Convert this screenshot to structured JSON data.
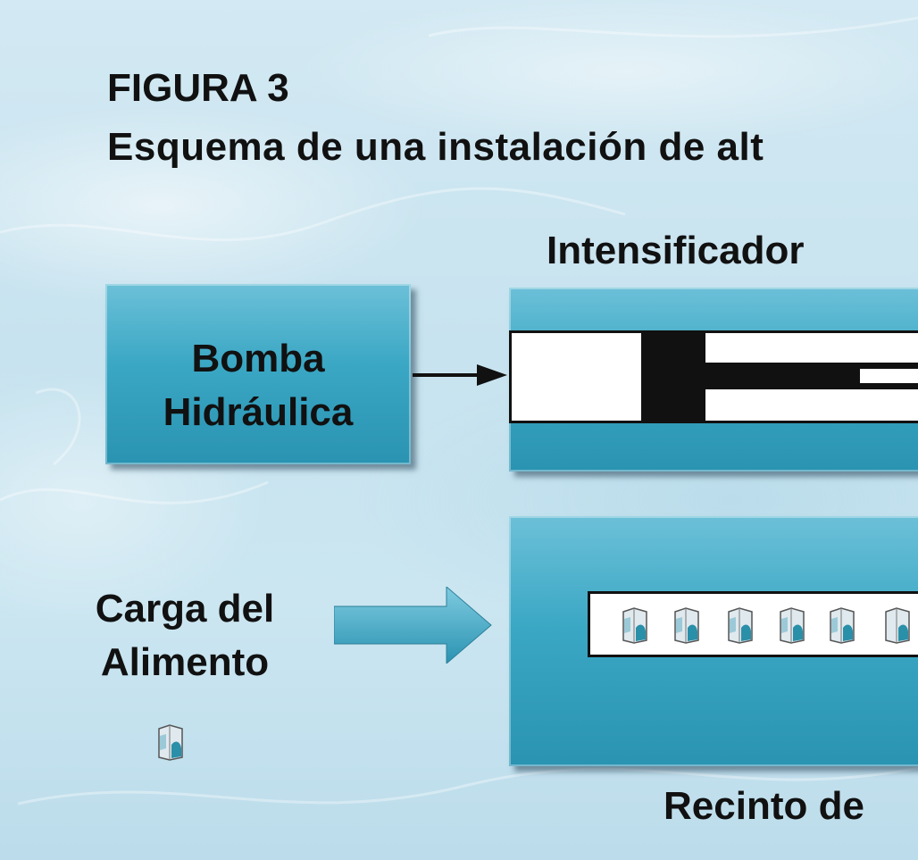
{
  "figure": {
    "label": "FIGURA 3",
    "title": "Esquema de una instalación de alt"
  },
  "nodes": {
    "pump": {
      "line1": "Bomba",
      "line2": "Hidráulica"
    },
    "intensifier": {
      "label": "Intensificador"
    },
    "load": {
      "line1": "Carga del",
      "line2": "Alimento"
    },
    "chamber": {
      "label": "Recinto de"
    }
  },
  "icons": {
    "package": "food-package-icon",
    "pump_arrow": "arrow-right-icon",
    "load_arrow": "block-arrow-right-icon"
  },
  "colors": {
    "box_fill": "#3aa7c4",
    "box_highlight": "#6cc0d8",
    "background": "#cbe6f1",
    "text": "#111111"
  }
}
